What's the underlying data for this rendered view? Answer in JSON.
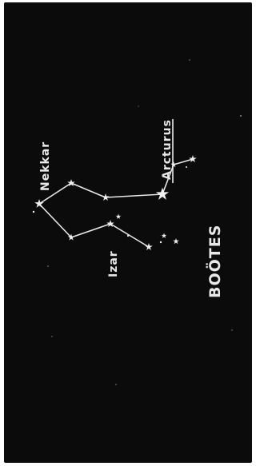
{
  "constellation_name": "BOÖTES",
  "stars": {
    "nekkar": "Nekkar",
    "arcturus": "Arcturus",
    "izar": "Izar"
  },
  "colors": {
    "background": "#0b0b0b",
    "stars_and_lines": "#e8e8e8"
  }
}
